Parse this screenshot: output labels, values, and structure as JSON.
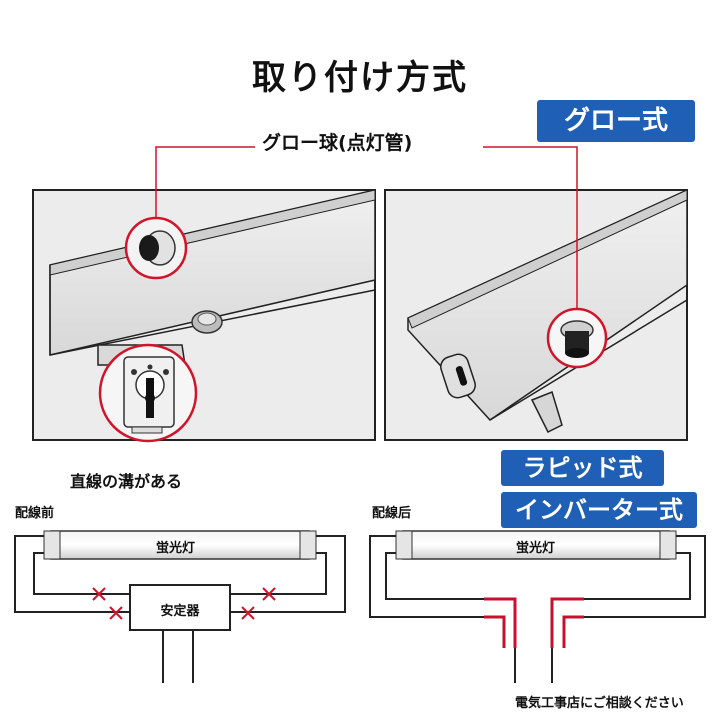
{
  "title": "取り付け方式",
  "glow_label": "グロー球(点灯管)",
  "groove_label": "直線の溝がある",
  "badges": {
    "glow": "グロー式",
    "rapid": "ラピッド式",
    "inverter": "インバーター式"
  },
  "wiring": {
    "before_label": "配線前",
    "after_label": "配線后",
    "tube_label": "蛍光灯",
    "ballast_label": "安定器",
    "note": "電気工事店にご相談ください"
  },
  "colors": {
    "accent_blue": "#1f5fb5",
    "callout_red": "#d1142a",
    "wire_red": "#c8102e"
  }
}
